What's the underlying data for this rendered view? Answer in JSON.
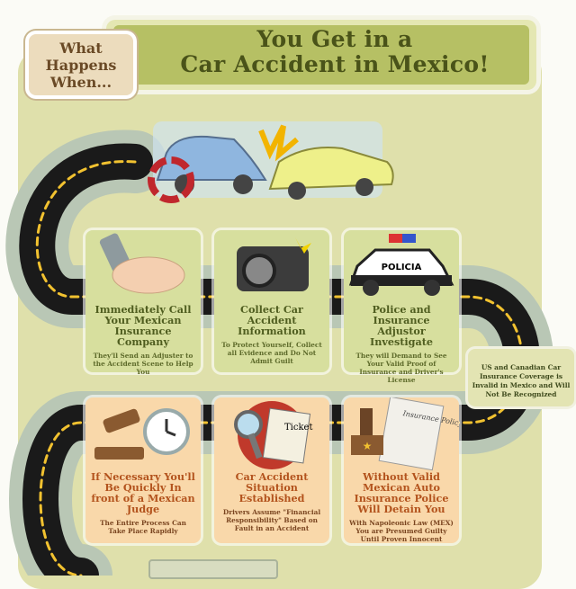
{
  "header": {
    "badge": "What Happens When...",
    "title_line1": "You Get in a",
    "title_line2": "Car Accident in Mexico!"
  },
  "steps": [
    {
      "title": "Immediately Call Your Mexican Insurance Company",
      "subtitle": "They'll Send an Adjuster to the Accident Scene to Help You",
      "icon": "phone-hand-icon"
    },
    {
      "title": "Collect Car Accident Information",
      "subtitle": "To Protect Yourself, Collect all Evidence and Do Not Admit Guilt",
      "icon": "camera-icon"
    },
    {
      "title": "Police and Insurance Adjustor Investigate",
      "subtitle": "They will Demand to See Your Valid Proof of Insurance and Driver's License",
      "icon": "police-car-icon",
      "car_label": "POLICIA"
    },
    {
      "title": "If Necessary You'll Be Quickly In front of a Mexican Judge",
      "subtitle": "The Entire Process Can Take Place Rapidly",
      "icon": "gavel-clock-icon"
    },
    {
      "title": "Car Accident Situation Established",
      "subtitle": "Drivers Assume \"Financial Responsibility\" Based on Fault in an Accident",
      "icon": "ticket-magnifier-icon",
      "ticket_label": "Ticket"
    },
    {
      "title": "Without Valid Mexican Auto Insurance Police Will Detain You",
      "subtitle": "With Napoleonic Law (MEX) You are Presumed Guilty Until Proven Innocent",
      "icon": "stamp-policy-icon",
      "policy_label": "Insurance Policy"
    }
  ],
  "side_note": "US and Canadian Car Insurance Coverage is Invalid in Mexico and Will Not Be Recognized",
  "colors": {
    "panel": "#dfe0ab",
    "title_bar": "#b6c064",
    "green_card": "#d7df9e",
    "orange_card": "#f9d8aa",
    "road": "#1a1a1a",
    "road_line": "#f2c230"
  }
}
